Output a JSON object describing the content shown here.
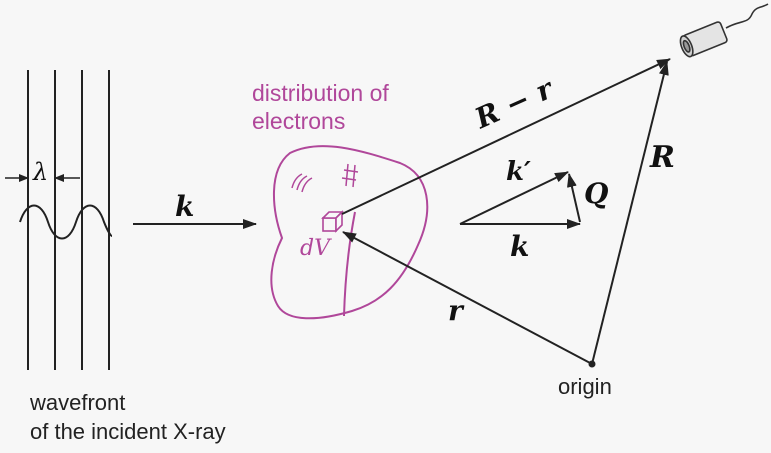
{
  "labels": {
    "wavelength": "λ",
    "wavefront_line1": "wavefront",
    "wavefront_line2": "of the incident X-ray",
    "incident_k": "k",
    "distribution_line1": "distribution of",
    "distribution_line2": "electrons",
    "volume_element": "dV",
    "R_minus_r": "R − r",
    "R": "R",
    "r": "r",
    "k_prime": "k′",
    "Q": "Q",
    "k": "k",
    "origin": "origin"
  },
  "colors": {
    "ink": "#222222",
    "electron_cloud": "#b0479a",
    "background": "#f7f7f7"
  },
  "icons": {
    "detector": "detector-icon",
    "volume_element": "cube-icon"
  }
}
